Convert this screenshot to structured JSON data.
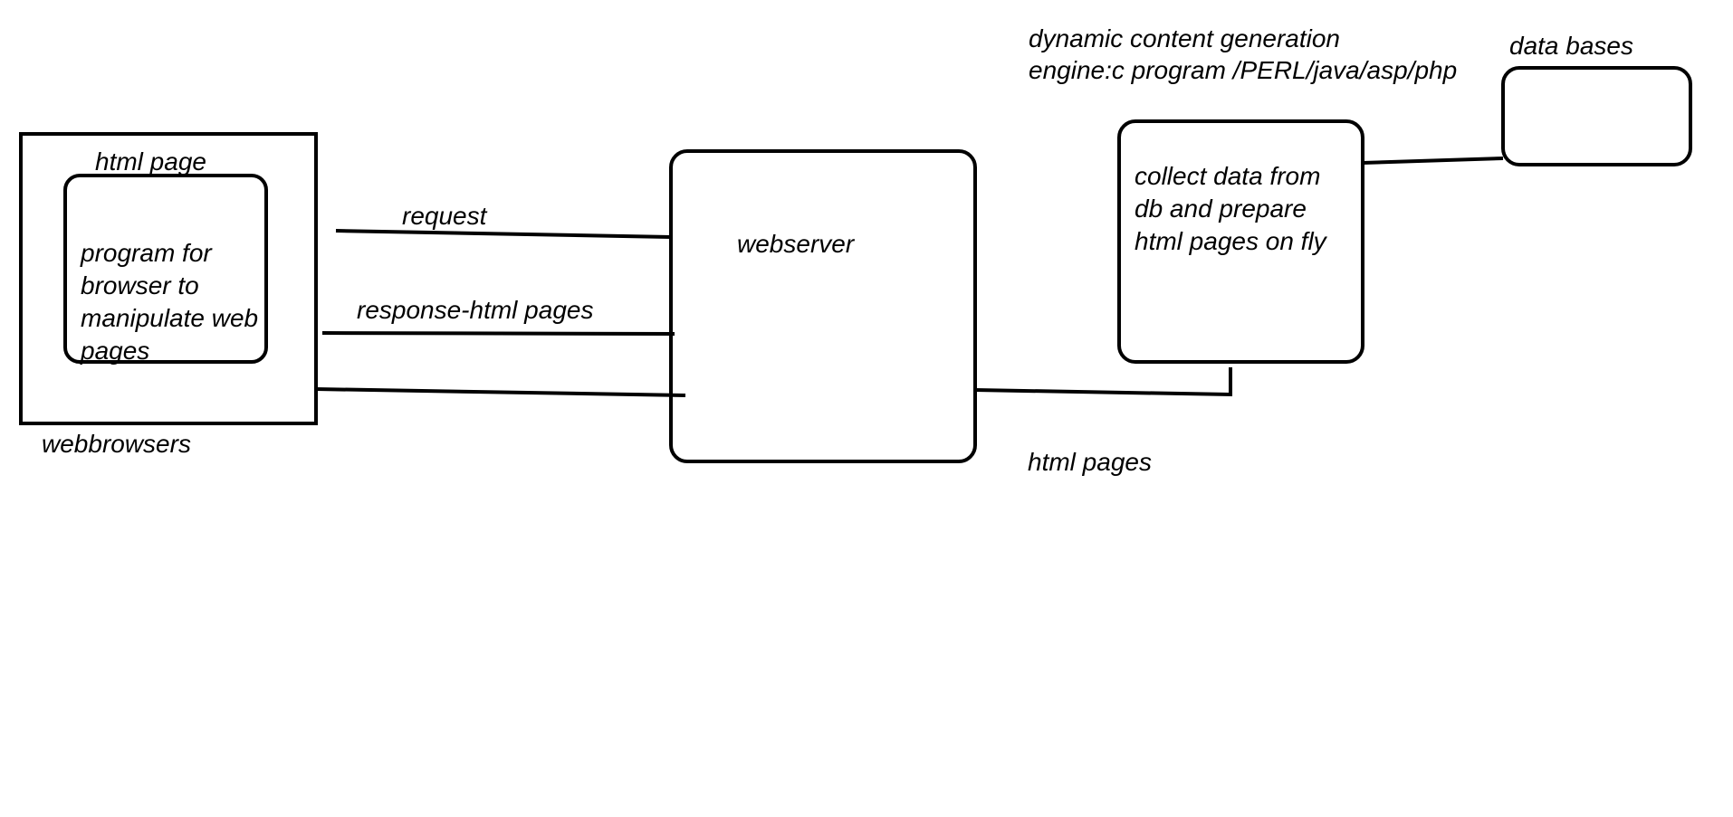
{
  "labels": {
    "html_page": "html page",
    "browser_program": "program for browser to manipulate web pages",
    "webbrowsers": "webbrowsers",
    "request": "request",
    "response": "response-html pages",
    "webserver": "webserver",
    "engine_line1": "dynamic content generation",
    "engine_line2": "engine:c program /PERL/java/asp/php",
    "engine_box": "collect data from db and prepare html pages on fly",
    "databases": "data bases",
    "html_pages": "html pages"
  },
  "colors": {
    "stroke": "#000000",
    "background": "#ffffff"
  }
}
